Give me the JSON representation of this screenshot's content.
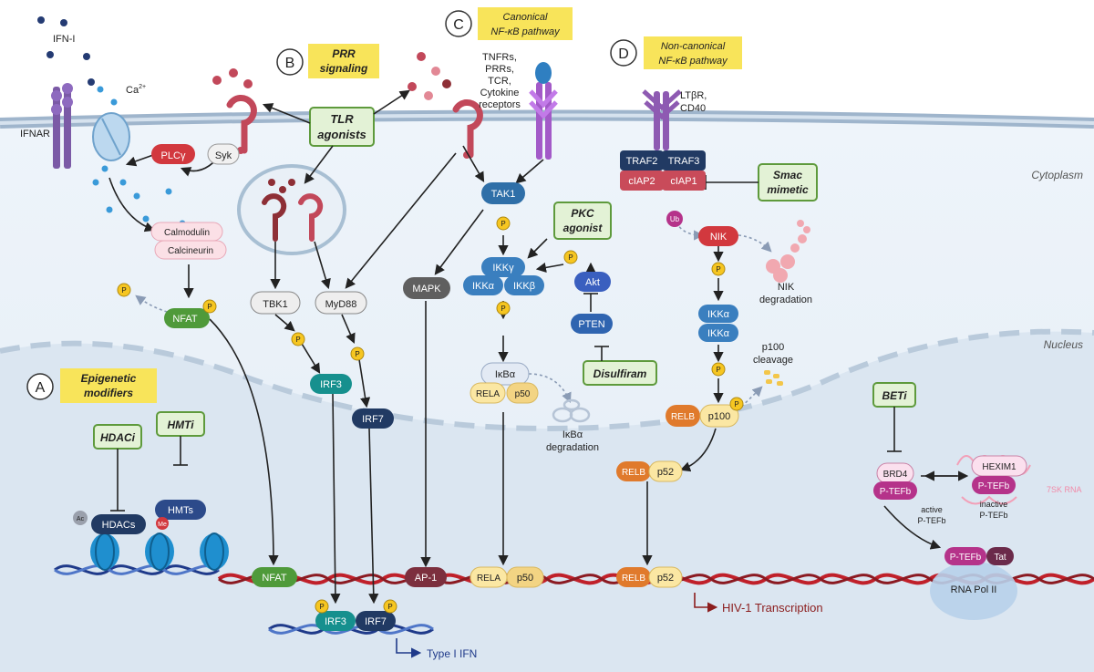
{
  "sections": {
    "A": {
      "letter": "A",
      "title_line1": "Epigenetic",
      "title_line2": "modifiers"
    },
    "B": {
      "letter": "B",
      "title_line1": "PRR",
      "title_line2": "signaling"
    },
    "C": {
      "letter": "C",
      "title_line1": "Canonical",
      "title_line2": "NF-κB pathway"
    },
    "D": {
      "letter": "D",
      "title_line1": "Non-canonical",
      "title_line2": "NF-κB pathway"
    }
  },
  "drugs": {
    "tlr_line1": "TLR",
    "tlr_line2": "agonists",
    "pkc_line1": "PKC",
    "pkc_line2": "agonist",
    "smac_line1": "Smac",
    "smac_line2": "mimetic",
    "disulfiram": "Disulfiram",
    "hdaci": "HDACi",
    "hmti": "HMTi",
    "beti": "BETi"
  },
  "compartments": {
    "cytoplasm": "Cytoplasm",
    "nucleus": "Nucleus"
  },
  "receptors": {
    "ifni": "IFN-I",
    "ifnar": "IFNAR",
    "ca": "Ca",
    "ca_sup": "2+",
    "tnfrs_line1": "TNFRs,",
    "tnfrs_line2": "PRRs,",
    "tnfrs_line3": "TCR,",
    "tnfrs_line4": "Cytokine",
    "tnfrs_line5": "receptors",
    "ltbr_line1": "LTβR,",
    "ltbr_line2": "CD40"
  },
  "molecules": {
    "plcy": "PLCγ",
    "syk": "Syk",
    "calmodulin": "Calmodulin",
    "calcineurin": "Calcineurin",
    "nfat": "NFAT",
    "tbk1": "TBK1",
    "myd88": "MyD88",
    "irf3": "IRF3",
    "irf7": "IRF7",
    "mapk": "MAPK",
    "tak1": "TAK1",
    "ikkg": "IKKγ",
    "ikka": "IKKα",
    "ikkb": "IKKβ",
    "akt": "Akt",
    "pten": "PTEN",
    "ikba": "IκBα",
    "rela": "RELA",
    "p50": "p50",
    "traf2": "TRAF2",
    "traf3": "TRAF3",
    "ciap2": "cIAP2",
    "ciap1": "cIAP1",
    "ub": "Ub",
    "nik": "NIK",
    "relb": "RELB",
    "p100": "p100",
    "p52": "p52",
    "ap1": "AP-1",
    "hdacs": "HDACs",
    "hmts": "HMTs",
    "ac": "Ac",
    "me": "Me",
    "brd4": "BRD4",
    "ptefb": "P-TEFb",
    "hexim1": "HEXIM1",
    "rna7sk": "7SK RNA",
    "tat": "Tat",
    "rnapol": "RNA Pol II",
    "p": "P"
  },
  "labels": {
    "ikba_deg_line1": "IκBα",
    "ikba_deg_line2": "degradation",
    "nik_deg_line1": "NIK",
    "nik_deg_line2": "degradation",
    "p100_line1": "p100",
    "p100_line2": "cleavage",
    "active_line1": "active",
    "active_line2": "P-TEFb",
    "inactive_line1": "inactive",
    "inactive_line2": "P-TEFb",
    "type1_ifn": "Type I IFN",
    "hiv_transcription": "HIV-1 Transcription"
  },
  "colors": {
    "drug_fill": "#e3f2d6",
    "drug_stroke": "#5e9a3c",
    "section_fill": "#f8e45a",
    "green": "#4f9a3a",
    "teal": "#16908e",
    "navy": "#213a63",
    "blue": "#3a7fbf",
    "grey": "#5f5f5f",
    "red": "#d2383e",
    "orange": "#e07a2c",
    "yellow_pale": "#fbe7a3",
    "magenta": "#b5338a",
    "maroon": "#7c2f3e",
    "pink_pale": "#f9d7d6",
    "dna_red": "#c0202a",
    "dna_blue": "#1f3a8a"
  }
}
